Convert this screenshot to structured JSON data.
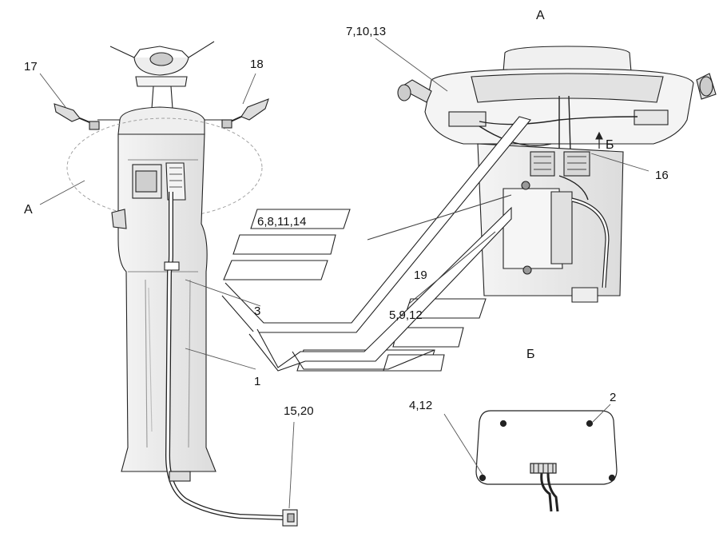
{
  "views": {
    "a_top": "А",
    "a_left": "А",
    "b_arrow": "Б",
    "b_view": "Б"
  },
  "callouts": {
    "c17": "17",
    "c18": "18",
    "c7_10_13": "7,10,13",
    "c16": "16",
    "c6_8_11_14": "6,8,11,14",
    "c19": "19",
    "c3": "3",
    "c5_9_12": "5,9,12",
    "c1": "1",
    "c15_20": "15,20",
    "c4_12": "4,12",
    "c2": "2"
  }
}
